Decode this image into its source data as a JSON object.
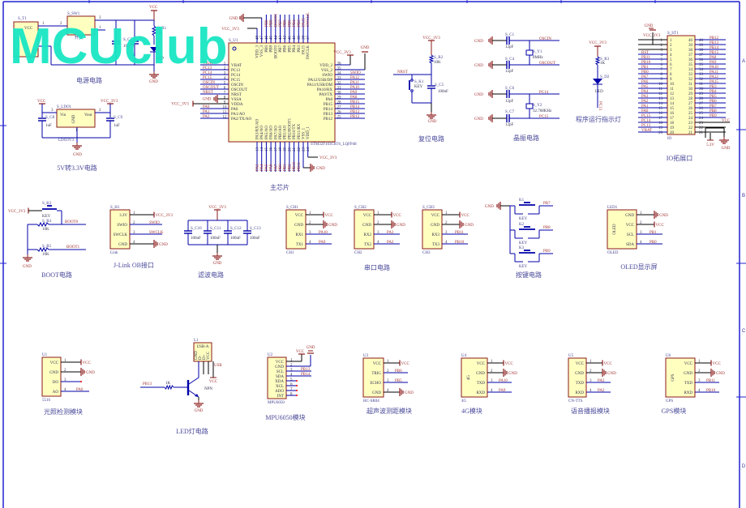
{
  "watermark": "MCUclub",
  "border": {
    "letters": [
      "A",
      "B",
      "C",
      "D"
    ]
  },
  "power": {
    "title": "电源电路",
    "labels": [
      "S_T1",
      "VCC",
      "S_SW1",
      "1",
      "2",
      "3",
      "1",
      "开关",
      "S_C3",
      "10uF",
      "VCC",
      "S_R1",
      "1K",
      "LED",
      "GND"
    ]
  },
  "ldo": {
    "title": "5V转3.3V电路",
    "labels": [
      "VCC",
      "VCC_3V3",
      "S_LDO1",
      "Vin",
      "Vout",
      "GND",
      "3",
      "2",
      "1",
      "S_C8",
      "1uF",
      "S_C9",
      "1uF",
      "LDO3V3",
      "GND"
    ]
  },
  "mcu": {
    "title": "主芯片",
    "ref": "S_U1",
    "part": "STM32F103C8T6_LQFP48",
    "left": {
      "nums": [
        "1",
        "2",
        "3",
        "4",
        "5",
        "6",
        "7",
        "8",
        "9",
        "10",
        "11",
        "12"
      ],
      "names": [
        "VBAT",
        "PC13",
        "PC14",
        "PC15",
        "OSCIN",
        "OSCOUT",
        "NRST",
        "VSSA",
        "VDDA",
        "PA0",
        "PA1/AO",
        "PA2/TX/AO"
      ],
      "nets": [
        "VBAT",
        "PC13",
        "PC14",
        "PC15",
        "OSCIN",
        "OSCOUT",
        "NRST",
        "GND",
        "VCC_3V3",
        "PA0",
        "PA1",
        "PA2"
      ]
    },
    "right": {
      "nums": [
        "36",
        "35",
        "34",
        "33",
        "32",
        "31",
        "30",
        "29",
        "28",
        "27",
        "26",
        "25"
      ],
      "names": [
        "VDD_2",
        "VSS_2",
        "SWIO",
        "PA12/USB/DP",
        "PA11/USB/DM",
        "PA10/RX",
        "PA9/TX",
        "PA8",
        "PB15",
        "PB14",
        "PB13",
        "PB12"
      ],
      "nets": [
        "VCC_3V3",
        "GND",
        "SWIO",
        "PA12",
        "PA11",
        "PA10",
        "PA9",
        "PA8",
        "PB15",
        "PB14",
        "PB13",
        "PB12"
      ]
    },
    "top": {
      "nums": [
        "48",
        "47",
        "46",
        "45",
        "44",
        "43",
        "42",
        "41",
        "40",
        "39",
        "38",
        "37"
      ],
      "names": [
        "VDD_3",
        "VSS_3",
        "PB9",
        "PB8",
        "BOOT0",
        "PB7",
        "PB6",
        "PB5",
        "PB4",
        "PB3",
        "PA15",
        "SWCLK"
      ],
      "nets": [
        "VCC_3V3",
        "GND",
        "PB9",
        "PB8",
        "BOOT0",
        "PB7",
        "PB6",
        "PB5",
        "PB4",
        "PB3",
        "PA15",
        "SWCLK"
      ]
    },
    "bottom": {
      "nums": [
        "13",
        "14",
        "15",
        "16",
        "17",
        "18",
        "19",
        "20",
        "21",
        "22",
        "23",
        "24"
      ],
      "names": [
        "PA3/RX/AO",
        "PA4/AO",
        "PA5/AO",
        "PA6/AO",
        "PA7/AO",
        "PB0/AO",
        "PB1/AO",
        "PB2/BOOT1",
        "PB10/TX",
        "PB11/RX",
        "VSS_1",
        "VDD_1"
      ],
      "nets": [
        "PA3",
        "PA4",
        "PA5",
        "PA6",
        "PA7",
        "PB0",
        "PB1",
        "PB2",
        "PB10",
        "PB11",
        "GND",
        "VCC_3V3"
      ]
    }
  },
  "reset": {
    "title": "复位电路",
    "labels": [
      "VCC_3V3",
      "S_R2",
      "10K",
      "NRST",
      "S_K1",
      "KEY",
      "S_C5",
      "100nF",
      "GND"
    ]
  },
  "crystal": {
    "title": "晶振电路",
    "labels": [
      "S_C1",
      "12pF",
      "OSCIN",
      "S_Y1",
      "8MHz",
      "S_C4",
      "12pF",
      "OSCOUT",
      "S_C6",
      "12pF",
      "PC14",
      "S_Y2",
      "32.768KHz",
      "S_C7",
      "12pF",
      "PC15",
      "GND",
      "GND",
      "GND",
      "GND"
    ]
  },
  "ledind": {
    "title": "程序运行指示灯",
    "labels": [
      "VCC_3V3",
      "S_R3",
      "1K",
      "S_D2",
      "LED",
      "PC13"
    ]
  },
  "io": {
    "title": "IO拓展口",
    "ref": "S_ST1",
    "part": "IO",
    "left_nums": [
      "1",
      "2",
      "3",
      "4",
      "5",
      "6",
      "7",
      "8",
      "9",
      "10",
      "11",
      "12",
      "13",
      "14",
      "15",
      "16",
      "17",
      "18",
      "19",
      "20"
    ],
    "left_nets": [
      "VCC_3V3",
      "",
      "",
      "RST",
      "PB11",
      "PB10",
      "PB1",
      "PB0",
      "PA7",
      "PA6",
      "PA5",
      "PA4",
      "PA3",
      "PA2",
      "PA1",
      "PA0",
      "PC15",
      "PC14",
      "PC13",
      "VBAT"
    ],
    "right_nums": [
      "40",
      "39",
      "38",
      "37",
      "36",
      "35",
      "34",
      "33",
      "32",
      "31",
      "30",
      "29",
      "28",
      "27",
      "26",
      "25",
      "24",
      "23",
      "22",
      "21"
    ],
    "right_nets": [
      "PB12",
      "PB13",
      "PB14",
      "PB15",
      "PA8",
      "PA9",
      "PA10",
      "PA11",
      "PA12",
      "PA15",
      "PB3",
      "PB4",
      "PB5",
      "PB6",
      "PB7",
      "PB8",
      "PB9",
      "VCC",
      "",
      ""
    ],
    "extra": [
      "GND",
      "GND",
      "5.3V"
    ]
  },
  "boot": {
    "title": "BOOT电路",
    "labels": [
      "S_K2",
      "KEY",
      "VCC_3V3",
      "S_R4",
      "10K",
      "BOOT0",
      "S_R5",
      "10K",
      "BOOT1",
      "GND"
    ]
  },
  "jlink": {
    "title": "J-Link OB接口",
    "ref": "S_H1",
    "part": "Link",
    "pins": [
      "3.3V",
      "SWIO",
      "SWCLK",
      "GND"
    ],
    "nets": [
      "VCC_3V3",
      "SWIO",
      "SWCLK",
      "GND"
    ],
    "nums": [
      "1",
      "2",
      "3",
      "4"
    ]
  },
  "filter": {
    "title": "滤波电路",
    "labels": [
      "VCC_3V3",
      "S_C10",
      "S_C11",
      "S_C12",
      "S_C13",
      "100nF",
      "100nF",
      "100nF",
      "100nF",
      "GND"
    ]
  },
  "serial": {
    "title": "串口电路",
    "ch1": {
      "ref": "S_CH1",
      "part": "CH1",
      "pins": [
        "VCC",
        "GND",
        "RX1",
        "TX1"
      ],
      "nets": [
        "VCC",
        "GND",
        "PA10",
        "PA9"
      ],
      "nums": [
        "1",
        "2",
        "3",
        "4"
      ]
    },
    "ch2": {
      "ref": "S_CH2",
      "part": "CH2",
      "pins": [
        "VCC",
        "GND",
        "RX2",
        "TX2"
      ],
      "nets": [
        "VCC",
        "GND",
        "PA3",
        "PA2"
      ],
      "nums": [
        "1",
        "2",
        "3",
        "4"
      ]
    },
    "ch3": {
      "ref": "S_CH3",
      "part": "CH3",
      "pins": [
        "VCC",
        "GND",
        "RX3",
        "TX3"
      ],
      "nets": [
        "VCC",
        "GND",
        "PB11",
        "PB10"
      ],
      "nums": [
        "1",
        "2",
        "3",
        "4"
      ]
    }
  },
  "keys": {
    "title": "按键电路",
    "labels": [
      "GND",
      "K1",
      "KEY",
      "PB7",
      "K2",
      "KEY",
      "PB8",
      "K3",
      "KEY",
      "PB9"
    ]
  },
  "oled": {
    "title": "OLED显示屏",
    "ref": "LED1",
    "part": "OLED",
    "vlabel": "OLED",
    "pins": [
      "GND",
      "VCC",
      "SCL",
      "SDA"
    ],
    "nets": [
      "GND",
      "VCC",
      "PB1",
      "PB0"
    ],
    "nums": [
      "1",
      "2",
      "3",
      "4"
    ]
  },
  "light": {
    "title": "光照检测模块",
    "ref": "U1",
    "part": "5516",
    "pins": [
      "VCC",
      "GND",
      "DO",
      "AO"
    ],
    "nets": [
      "VCC",
      "GND",
      "",
      "PA0"
    ],
    "nums": [
      "1",
      "2",
      "3",
      "4"
    ]
  },
  "lamp": {
    "title": "LED灯电路",
    "labels": [
      "L1",
      "USB-A",
      "GND",
      "D-",
      "D+",
      "VCC",
      "USB",
      "VCC",
      "PB13",
      "1K",
      "NPN",
      "GND"
    ]
  },
  "mpu": {
    "title": "MPU6050模块",
    "ref": "U2",
    "part": "MPU6050",
    "pins": [
      "VCC",
      "GND",
      "SCL",
      "SDA",
      "XDA",
      "XCL",
      "ADO",
      "INT"
    ],
    "nets": [
      "VCC",
      "GND",
      "PB13",
      "PB14",
      "",
      "",
      "",
      ""
    ],
    "nums": [
      "1",
      "2",
      "3",
      "4",
      "5",
      "6",
      "7",
      "8"
    ]
  },
  "ultra": {
    "title": "超声波测距模块",
    "ref": "U3",
    "part": "HC-SR04",
    "pins": [
      "VCC",
      "TRIG",
      "ECHO",
      "GND"
    ],
    "nets": [
      "VCC",
      "PB6",
      "PB5",
      "GND"
    ],
    "nums": [
      "1",
      "2",
      "3",
      "4"
    ]
  },
  "g4": {
    "title": "4G模块",
    "ref": "U4",
    "part": "4G",
    "vlabel": "4G",
    "pins": [
      "VCC",
      "GND",
      "TXD",
      "RXD"
    ],
    "nets": [
      "VCC",
      "GND",
      "PA10",
      "PA9"
    ],
    "nums": [
      "1",
      "2",
      "3",
      "4"
    ]
  },
  "tts": {
    "title": "语音播报模块",
    "ref": "U5",
    "part": "CN-TTS",
    "pins": [
      "VCC",
      "GND",
      "TXD",
      "RXD"
    ],
    "nets": [
      "VCC",
      "GND",
      "PA3",
      "PA2"
    ],
    "nums": [
      "1",
      "2",
      "3",
      "4"
    ]
  },
  "gps": {
    "title": "GPS模块",
    "ref": "U6",
    "part": "GPS",
    "vlabel": "GPS",
    "pins": [
      "VCC",
      "GND",
      "TXD",
      "RXD"
    ],
    "nets": [
      "VCC",
      "GND",
      "PB11",
      "PB10"
    ],
    "nums": [
      "1",
      "2",
      "3",
      "4"
    ]
  },
  "colors": {
    "wire": "#0000a8",
    "part_border": "#8b1a1a",
    "part_fill": "#ffffc0",
    "net_text": "#a03030",
    "watermark": "#19e6c4"
  }
}
